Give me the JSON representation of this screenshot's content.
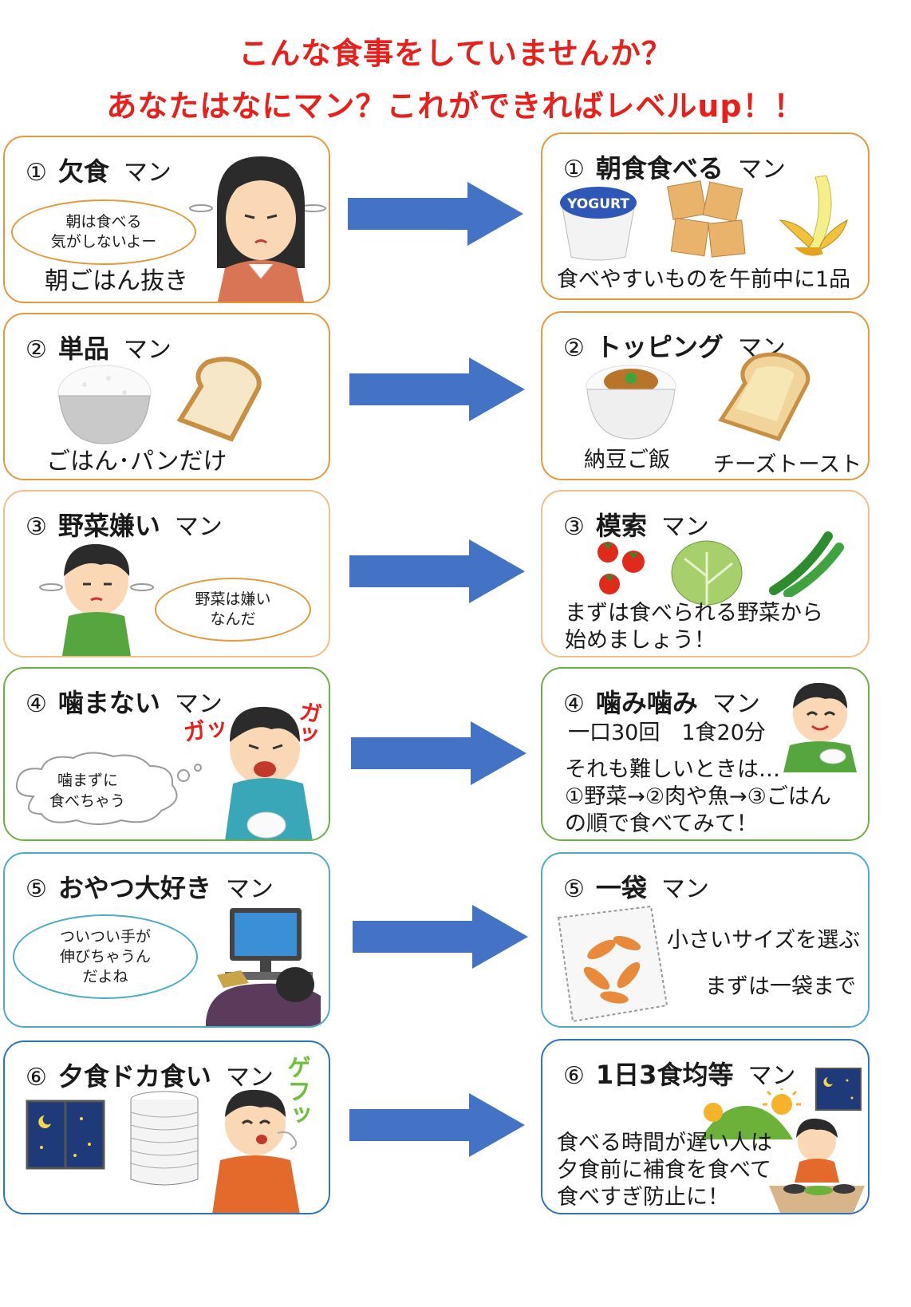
{
  "title": {
    "line1": "こんな食事をしていませんか？",
    "line2": "あなたはなにマン？これができればレベルup！！"
  },
  "colors": {
    "title": "#e8201c",
    "arrow": "#4472c4",
    "row1": "#e39a3b",
    "row2": "#e39a3b",
    "row3": "#f0c08a",
    "row4": "#70ad47",
    "row5": "#4bacc6",
    "row6": "#2e75b6"
  },
  "rows": [
    {
      "left": {
        "num": "①",
        "name": "欠食",
        "man": "マン",
        "bubble": [
          "朝は食べる",
          "気がしないよー"
        ],
        "caption": "朝ごはん抜き"
      },
      "right": {
        "num": "①",
        "name": "朝食食べる",
        "man": "マン",
        "label": "YOGURT",
        "lines": [
          "食べやすいものを午前中に1品"
        ]
      }
    },
    {
      "left": {
        "num": "②",
        "name": "単品",
        "man": "マン",
        "caption": "ごはん･パンだけ"
      },
      "right": {
        "num": "②",
        "name": "トッピング",
        "man": "マン",
        "label_a": "納豆ご飯",
        "label_b": "チーズトースト"
      }
    },
    {
      "left": {
        "num": "③",
        "name": "野菜嫌い",
        "man": "マン",
        "bubble": [
          "野菜は嫌い",
          "なんだ"
        ]
      },
      "right": {
        "num": "③",
        "name": "模索",
        "man": "マン",
        "lines": [
          "まずは食べられる野菜から",
          "始めましょう！"
        ]
      }
    },
    {
      "left": {
        "num": "④",
        "name": "噛まない",
        "man": "マン",
        "bubble": [
          "噛まずに",
          "食べちゃう"
        ],
        "sfx": "ガッ"
      },
      "right": {
        "num": "④",
        "name": "噛み噛み",
        "man": "マン",
        "lines": [
          "一口30回　1食20分",
          "それも難しいときは…",
          "①野菜→②肉や魚→③ごはん",
          "の順で食べてみて！"
        ]
      }
    },
    {
      "left": {
        "num": "⑤",
        "name": "おやつ大好き",
        "man": "マン",
        "bubble": [
          "ついつい手が",
          "伸びちゃうん",
          "だよね"
        ]
      },
      "right": {
        "num": "⑤",
        "name": "一袋",
        "man": "マン",
        "lines": [
          "小さいサイズを選ぶ",
          "まずは一袋まで"
        ]
      }
    },
    {
      "left": {
        "num": "⑥",
        "name": "夕食ドカ食い",
        "man": "マン",
        "sfx": "ゲフッ"
      },
      "right": {
        "num": "⑥",
        "name": "1日3食均等",
        "man": "マン",
        "lines": [
          "食べる時間が遅い人は",
          "夕食前に補食を食べて",
          "食べすぎ防止に！"
        ]
      }
    }
  ]
}
